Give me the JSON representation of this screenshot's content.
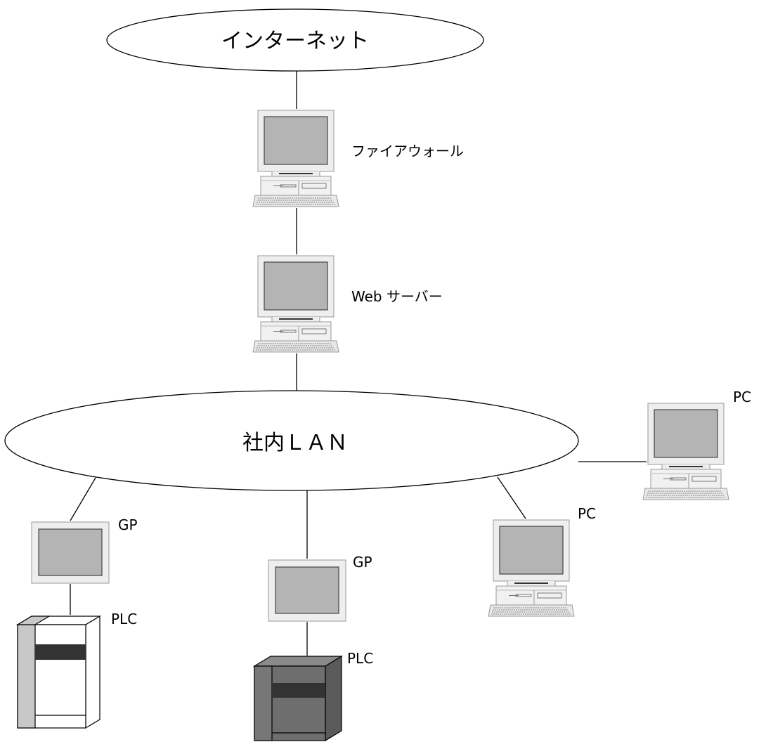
{
  "networks": {
    "internet": "インターネット",
    "lan": "社内ＬＡＮ"
  },
  "devices": {
    "firewall": "ファイアウォール",
    "web_server": "Web サーバー",
    "pc_right": "PC",
    "pc_middle": "PC",
    "gp_left": "GP",
    "gp_middle": "GP",
    "plc_left": "PLC",
    "plc_middle": "PLC"
  },
  "colors": {
    "screen": "#b4b4b4",
    "bezel": "#eeeeee",
    "plc_light": "#ffffff",
    "plc_dark": "#6e6e6e",
    "plc_band": "#333333"
  }
}
